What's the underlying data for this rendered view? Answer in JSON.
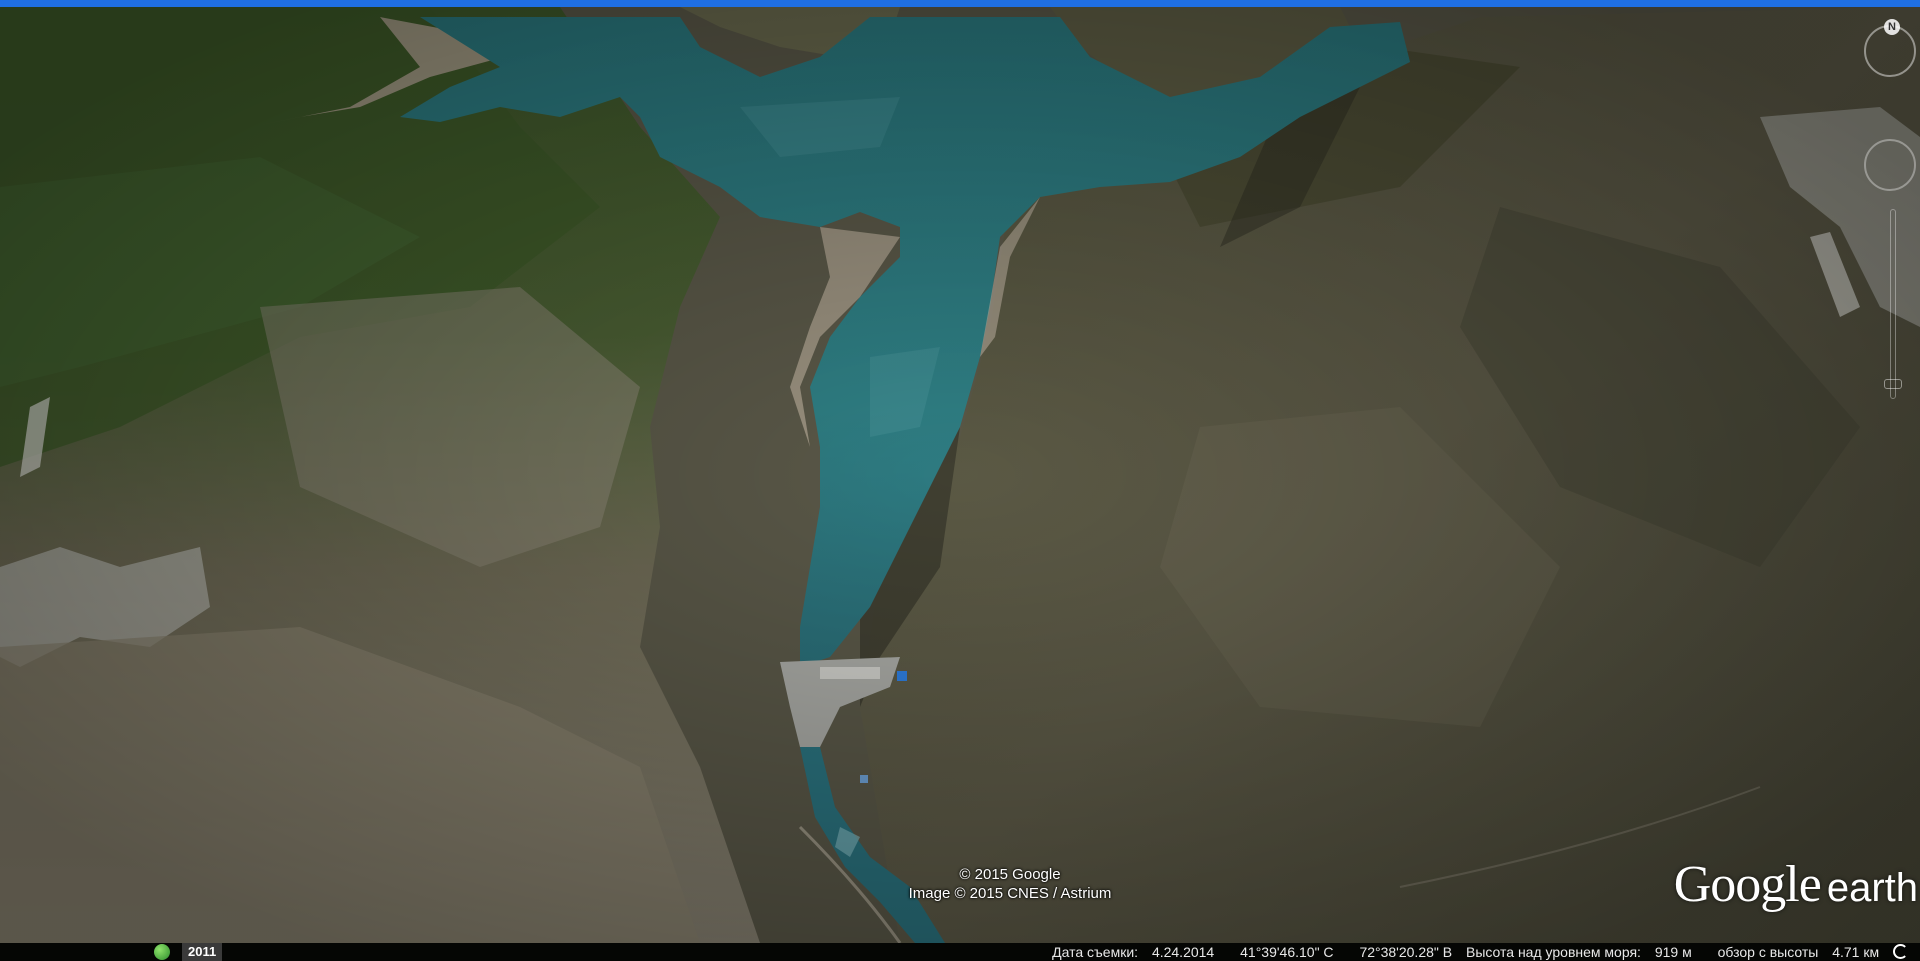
{
  "map": {
    "attribution": [
      "© 2015 Google",
      "Image © 2015 CNES / Astrium"
    ],
    "logo": {
      "primary": "Google",
      "secondary": "earth"
    },
    "compass_label": "N"
  },
  "status": {
    "year": "2011",
    "capture_date_label": "Дата съемки:",
    "capture_date": "4.24.2014",
    "latitude": "41°39'46.10\" С",
    "longitude": "72°38'20.28\" В",
    "elevation_label": "Высота над уровнем моря:",
    "elevation": "919 м",
    "eye_alt_label": "обзор с высоты",
    "eye_alt": "4.71 км"
  },
  "colors": {
    "water": "#2b7a80",
    "top_bar": "#1f6fe3",
    "status_bar": "#000000"
  }
}
